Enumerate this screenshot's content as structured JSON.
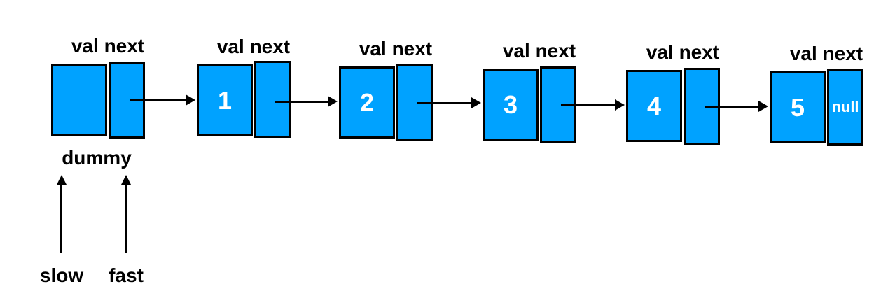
{
  "diagram_title": "singly-linked-list-with-dummy-head",
  "colors": {
    "node_fill": "#00A2FF",
    "node_border": "#000000",
    "background": "#FFFFFF",
    "value_text": "#FFFFFF",
    "label_text": "#000000"
  },
  "nodes": [
    {
      "header": "val next",
      "val": "",
      "next": ""
    },
    {
      "header": "val next",
      "val": "1",
      "next": ""
    },
    {
      "header": "val next",
      "val": "2",
      "next": ""
    },
    {
      "header": "val next",
      "val": "3",
      "next": ""
    },
    {
      "header": "val next",
      "val": "4",
      "next": ""
    },
    {
      "header": "val next",
      "val": "5",
      "next": "null"
    }
  ],
  "pointers": {
    "dummy": "dummy",
    "slow": "slow",
    "fast": "fast"
  }
}
